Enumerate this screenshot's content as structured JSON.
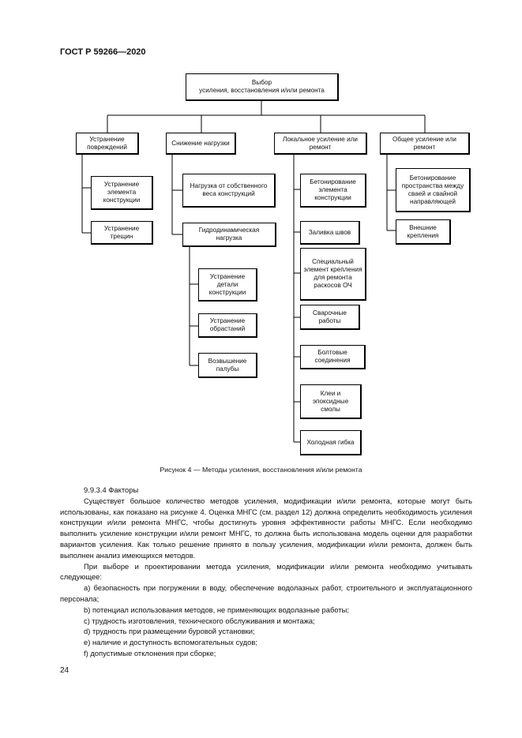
{
  "header": {
    "code": "ГОСТ Р 59266—2020"
  },
  "diagram": {
    "root": {
      "line1": "Выбор",
      "line2": "усиления, восстановления и/или ремонта"
    },
    "categories": [
      {
        "label": "Устранение повреждений",
        "children": [
          "Устранение элемента конструкции",
          "Устранение трещин"
        ]
      },
      {
        "label": "Снижение нагрузки",
        "children": [
          "Нагрузка от собственного веса конструкций",
          "Гидродинамическая нагрузка"
        ],
        "grandchildren": [
          "Устранение детали конструкции",
          "Устранение обрастаний",
          "Возвышение палубы"
        ]
      },
      {
        "label": "Локальное усиление или ремонт",
        "children": [
          "Бетонирование элемента конструкции",
          "Заливка швов",
          "Специальный элемент крепления для ремонта раскосов ОЧ",
          "Сварочные работы",
          "Болтовые соединения",
          "Клеи и эпоксидные смолы",
          "Холодная гибка"
        ]
      },
      {
        "label": "Общее усиление или ремонт",
        "children": [
          "Бетонирование пространства между сваей и свайной направляющей",
          "Внешние крепления"
        ]
      }
    ]
  },
  "caption": "Рисунок 4 — Методы усиления, восстановления и/или ремонта",
  "body": {
    "section": "9.9.3.4 Факторы",
    "para1": "Существует большое количество методов усиления, модификации и/или ремонта, которые могут быть использованы, как показано на рисунке 4. Оценка МНГС (см. раздел 12) должна определить необходимость усиления конструкции и/или ремонта МНГС, чтобы достигнуть уровня эффективности работы МНГС. Если необходимо выполнить усиление конструкции и/или ремонт МНГС, то должна быть использована модель оценки для разработки вариантов усиления. Как только решение принято в пользу усиления, модификации и/или ремонта, должен быть выполнен анализ имеющихся методов.",
    "para2": "При выборе и проектировании метода усиления, модификации и/или ремонта необходимо учитывать следующее:",
    "items": [
      "a) безопасность при погружении в воду, обеспечение водолазных работ, строительного и эксплуатационного персонала;",
      "b) потенциал использования методов, не применяющих водолазные работы;",
      "c) трудность изготовления, технического обслуживания и монтажа;",
      "d) трудность при размещении буровой установки;",
      "e) наличие и доступность вспомогательных судов;",
      "f) допустимые отклонения при сборке;"
    ]
  },
  "page_number": "24"
}
